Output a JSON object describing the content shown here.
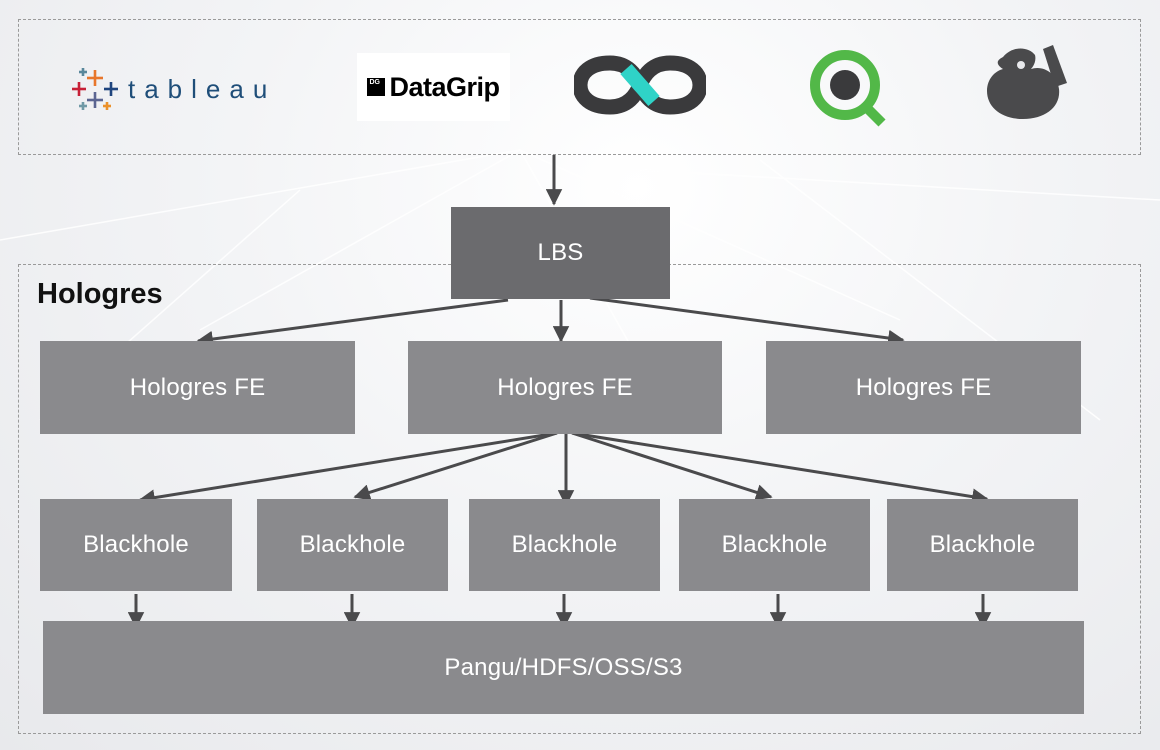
{
  "logos": [
    {
      "name": "tableau",
      "text": "tableau",
      "icon": "tableau-cross-icon"
    },
    {
      "name": "datagrip",
      "text": "DataGrip",
      "icon_text": "DG"
    },
    {
      "name": "infinity",
      "icon": "infinity-icon",
      "colors": [
        "#3a3a3c",
        "#2fd3c7"
      ]
    },
    {
      "name": "qlik",
      "icon": "qlik-q-icon",
      "colors": [
        "#3a3a3c",
        "#52b848"
      ]
    },
    {
      "name": "dbeaver",
      "icon": "beaver-head-icon",
      "colors": [
        "#4a4a4c"
      ]
    }
  ],
  "lbs": {
    "label": "LBS"
  },
  "section": {
    "title": "Hologres"
  },
  "frontends": [
    {
      "label": "Hologres FE"
    },
    {
      "label": "Hologres FE"
    },
    {
      "label": "Hologres FE"
    }
  ],
  "workers": [
    {
      "label": "Blackhole"
    },
    {
      "label": "Blackhole"
    },
    {
      "label": "Blackhole"
    },
    {
      "label": "Blackhole"
    },
    {
      "label": "Blackhole"
    }
  ],
  "storage": {
    "label": "Pangu/HDFS/OSS/S3"
  },
  "colors": {
    "node": "#8a8a8d",
    "lbs": "#6b6b6e",
    "arrow": "#4a4a4c",
    "border": "#9a9a9a"
  }
}
